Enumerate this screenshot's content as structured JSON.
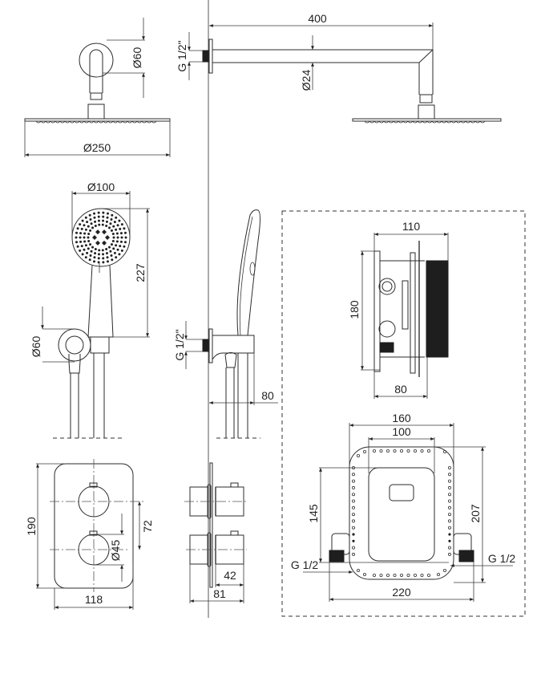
{
  "drawing": {
    "title": "Shower set technical drawing",
    "overhead_shower": {
      "wall_flange_diameter": "Ø60",
      "head_diameter": "Ø250",
      "arm_length": "400",
      "arm_diameter": "Ø24",
      "connection_thread": "G 1/2\""
    },
    "hand_shower": {
      "head_diameter": "Ø100",
      "length": "227",
      "holder_diameter": "Ø60",
      "connection_thread": "G 1/2\"",
      "projection": "80"
    },
    "thermostat_panel": {
      "height": "190",
      "width": "118",
      "knob_spacing": "72",
      "knob_diameter": "Ø45",
      "total_depth": "81",
      "knob_depth": "42"
    },
    "concealed_body": {
      "side_width": "110",
      "side_height": "180",
      "side_depth": "80",
      "front_outer_width": "160",
      "front_inner_width": "100",
      "front_height": "207",
      "inlet_height": "145",
      "inlet_spacing": "220",
      "inlet_left": "G 1/2",
      "inlet_right": "G 1/2"
    }
  }
}
